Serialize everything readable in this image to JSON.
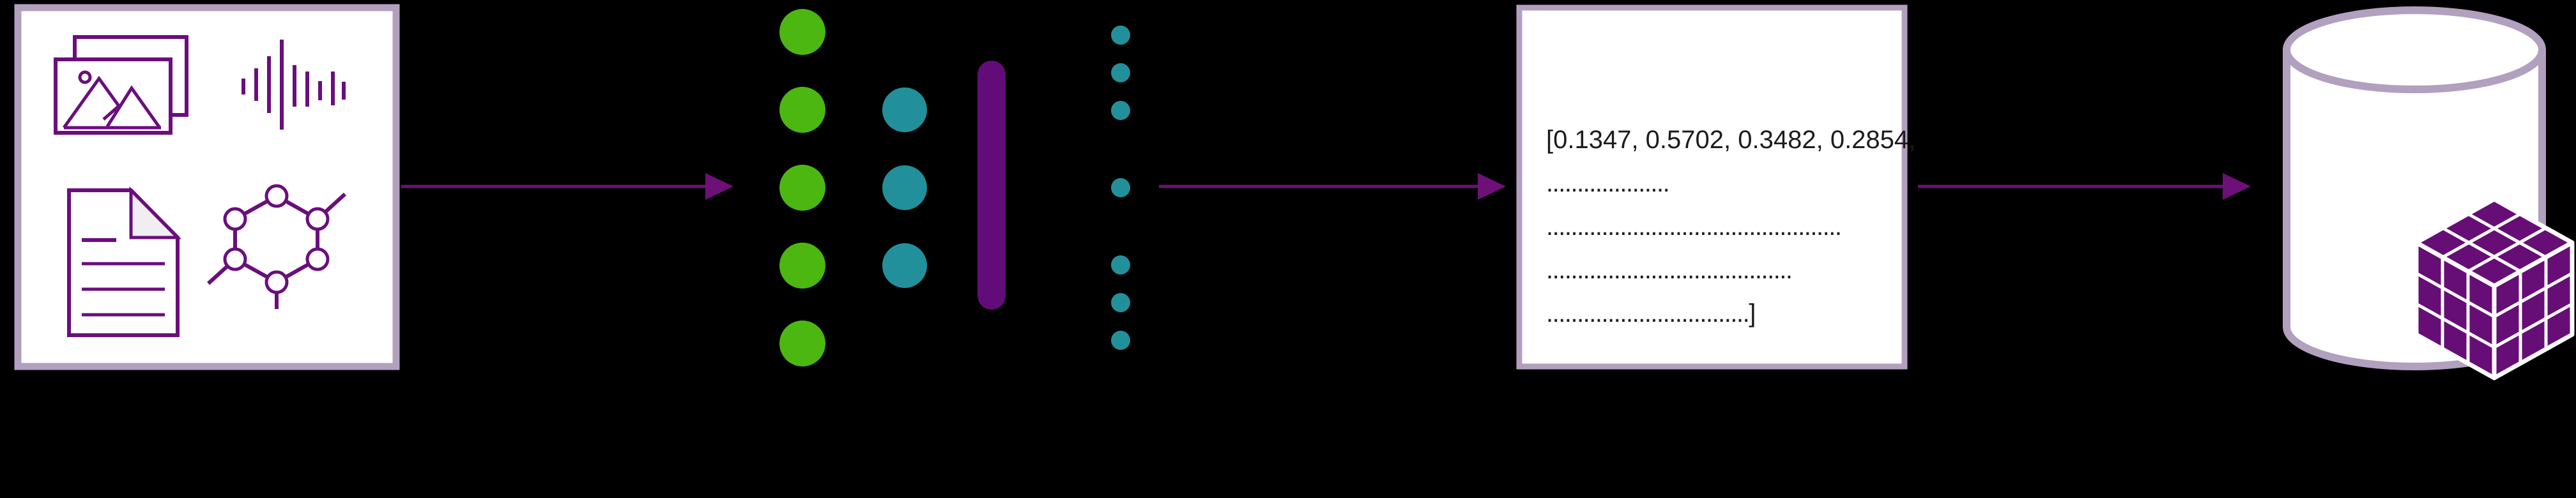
{
  "diagram": {
    "type": "embedding-pipeline",
    "background": "#000000",
    "input_box": {
      "icons": [
        "images-icon",
        "audio-waveform-icon",
        "document-icon",
        "molecule-icon"
      ]
    },
    "embedding_model": {
      "green_nodes": 5,
      "teal_nodes": 3,
      "output_dots": 7,
      "has_dense_bar": true
    },
    "vector_box": {
      "lines": [
        "[0.1347, 0.5702, 0.3482, 0.2854,",
        "....................",
        "................................................",
        "........................................",
        ".................................]"
      ]
    },
    "database": {
      "icons": [
        "database-cylinder-icon",
        "vector-cube-icon"
      ]
    },
    "arrows": 3
  },
  "colors": {
    "mauve": "#b2a0bf",
    "icon-purple": "#6a0e7d",
    "arrow": "#6d1077",
    "green": "#4cb711",
    "teal": "#22909a",
    "bar": "#620c79",
    "cube": "#660e76"
  }
}
